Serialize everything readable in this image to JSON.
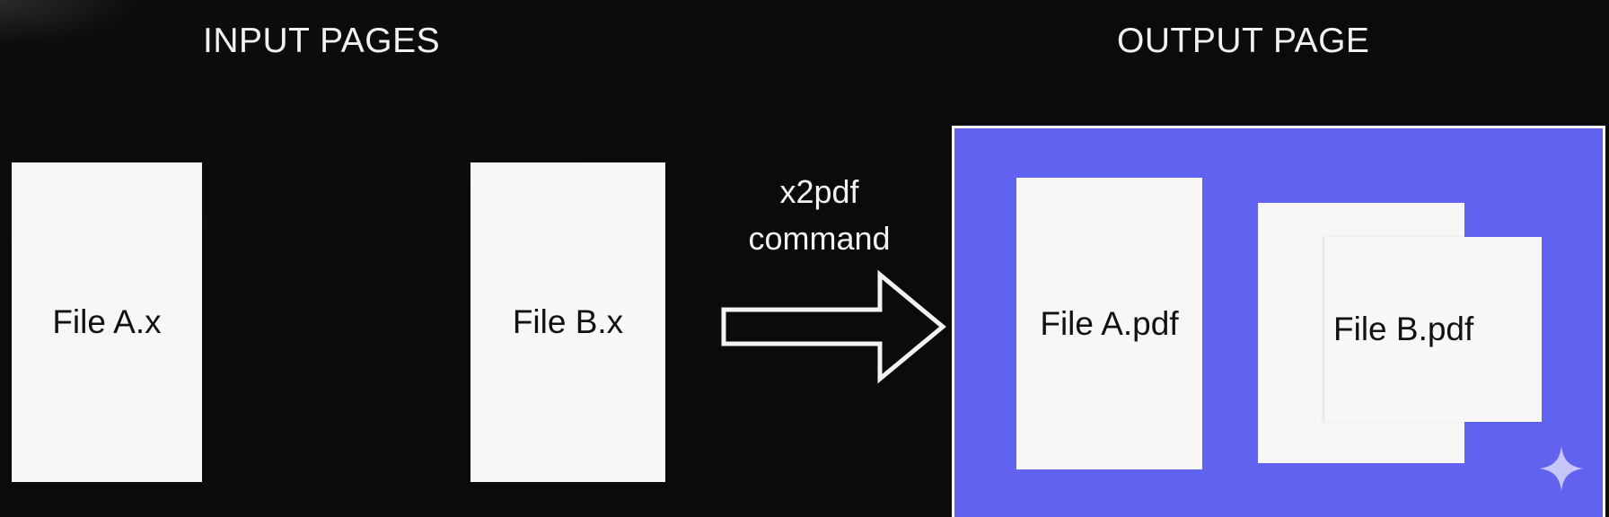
{
  "headings": {
    "input": "INPUT PAGES",
    "output": "OUTPUT PAGE"
  },
  "input_pages": [
    {
      "label": "File A.x"
    },
    {
      "label": "File B.x"
    }
  ],
  "command": {
    "line1": "x2pdf",
    "line2": "command"
  },
  "output_pages": [
    {
      "label": "File A.pdf"
    },
    {
      "label": "File B.pdf"
    }
  ],
  "colors": {
    "background": "#0b0b0b",
    "output_panel": "#6262f0",
    "page": "#f7f7f7",
    "text_light": "#f2f2f2"
  },
  "icons": {
    "arrow": "right-arrow-icon",
    "watermark": "sparkle-icon"
  }
}
